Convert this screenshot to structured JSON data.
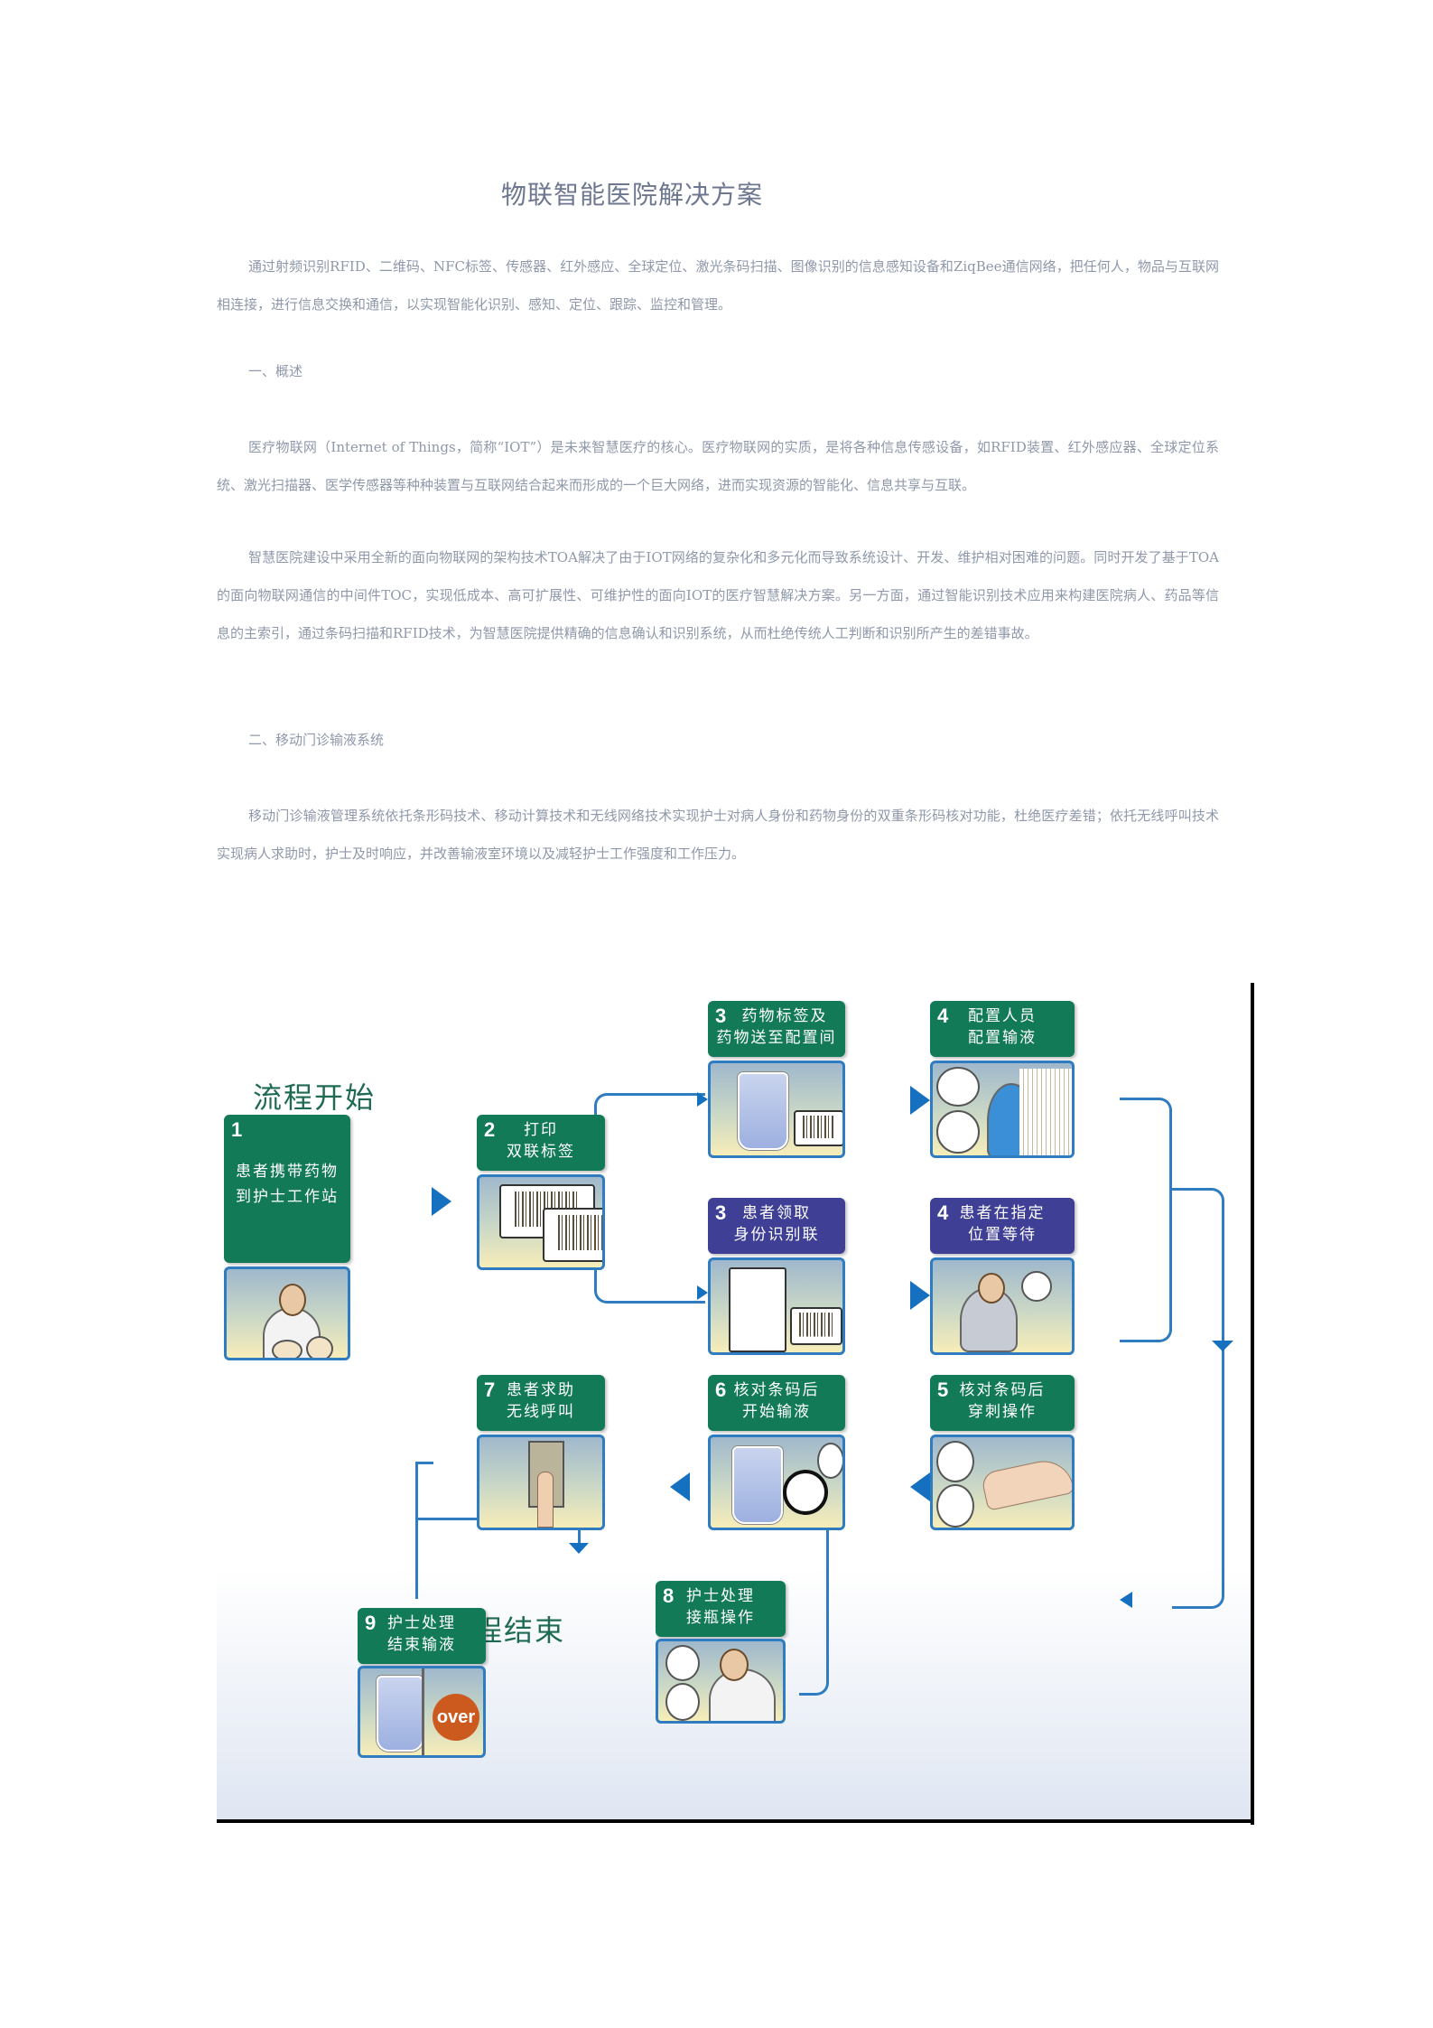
{
  "document": {
    "title": "物联智能医院解决方案",
    "intro": "通过射频识别RFID、二维码、NFC标签、传感器、红外感应、全球定位、激光条码扫描、图像识别的信息感知设备和ZiqBee通信网络，把任何人，物品与互联网相连接，进行信息交换和通信，以实现智能化识别、感知、定位、跟踪、监控和管理。",
    "section1": {
      "heading": "一、概述",
      "paragraphs": [
        "医疗物联网（Internet of Things，简称“IOT”）是未来智慧医疗的核心。医疗物联网的实质，是将各种信息传感设备，如RFID装置、红外感应器、全球定位系统、激光扫描器、医学传感器等种种装置与互联网结合起来而形成的一个巨大网络，进而实现资源的智能化、信息共享与互联。",
        "智慧医院建设中采用全新的面向物联网的架构技术TOA解决了由于IOT网络的复杂化和多元化而导致系统设计、开发、维护相对困难的问题。同时开发了基于TOA的面向物联网通信的中间件TOC，实现低成本、高可扩展性、可维护性的面向IOT的医疗智慧解决方案。另一方面，通过智能识别技术应用来构建医院病人、药品等信息的主索引，通过条码扫描和RFID技术，为智慧医院提供精确的信息确认和识别系统，从而杜绝传统人工判断和识别所产生的差错事故。"
      ]
    },
    "section2": {
      "heading": "二、移动门诊输液系统",
      "paragraphs": [
        "移动门诊输液管理系统依托条形码技术、移动计算技术和无线网络技术实现护士对病人身份和药物身份的双重条形码核对功能，杜绝医疗差错；依托无线呼叫技术实现病人求助时，护士及时响应，并改善输液室环境以及减轻护士工作强度和工作压力。"
      ]
    }
  },
  "flowchart": {
    "start_label": "流程开始",
    "end_label": "流程结束",
    "colors": {
      "green": "#127a57",
      "purple": "#3f3f96",
      "connector": "#2f7cc0",
      "arrow": "#1570c0",
      "over_badge": "#cc5a1e"
    },
    "steps": [
      {
        "num": "1",
        "line1": "患者携带药物",
        "line2": "到护士工作站",
        "color": "green",
        "image": "nurse-at-workstation"
      },
      {
        "num": "2",
        "line1": "打印",
        "line2": "双联标签",
        "color": "green",
        "image": "two-barcode-labels"
      },
      {
        "num": "3",
        "line1": "药物标签及",
        "line2": "药物送至配置间",
        "color": "green",
        "image": "iv-bag-with-barcode"
      },
      {
        "num": "4",
        "line1": "配置人员",
        "line2": "配置输液",
        "color": "green",
        "image": "pharmacist-preparing"
      },
      {
        "num": "3",
        "line1": "患者领取",
        "line2": "身份识别联",
        "color": "purple",
        "image": "clipboard-with-barcode"
      },
      {
        "num": "4",
        "line1": "患者在指定",
        "line2": "位置等待",
        "color": "purple",
        "image": "patient-waiting-clock"
      },
      {
        "num": "5",
        "line1": "核对条码后",
        "line2": "穿刺操作",
        "color": "green",
        "image": "pda-barcode-hand"
      },
      {
        "num": "6",
        "line1": "核对条码后",
        "line2": "开始输液",
        "color": "green",
        "image": "iv-bag-magnifier"
      },
      {
        "num": "7",
        "line1": "患者求助",
        "line2": "无线呼叫",
        "color": "green",
        "image": "call-button"
      },
      {
        "num": "8",
        "line1": "护士处理",
        "line2": "接瓶操作",
        "color": "green",
        "image": "nurse-with-pda"
      },
      {
        "num": "9",
        "line1": "护士处理",
        "line2": "结束输液",
        "color": "green",
        "image": "iv-bag-over"
      }
    ],
    "over_text": "over"
  }
}
